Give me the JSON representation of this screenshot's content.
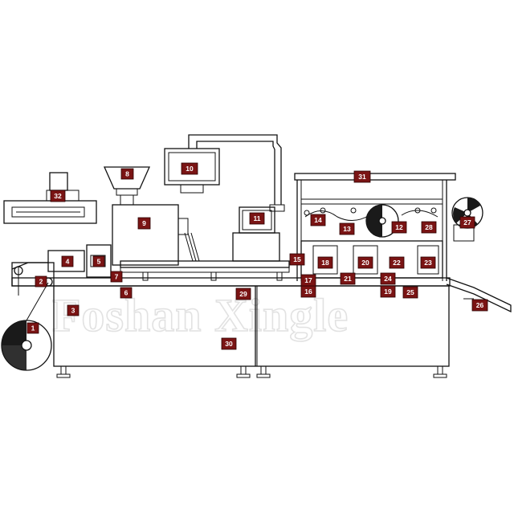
{
  "watermark": "Foshan Xingle",
  "callouts": [
    "1",
    "2",
    "3",
    "4",
    "5",
    "6",
    "7",
    "8",
    "9",
    "10",
    "11",
    "12",
    "13",
    "14",
    "15",
    "16",
    "17",
    "18",
    "19",
    "20",
    "21",
    "22",
    "23",
    "24",
    "25",
    "26",
    "27",
    "28",
    "29",
    "30",
    "31",
    "32"
  ]
}
